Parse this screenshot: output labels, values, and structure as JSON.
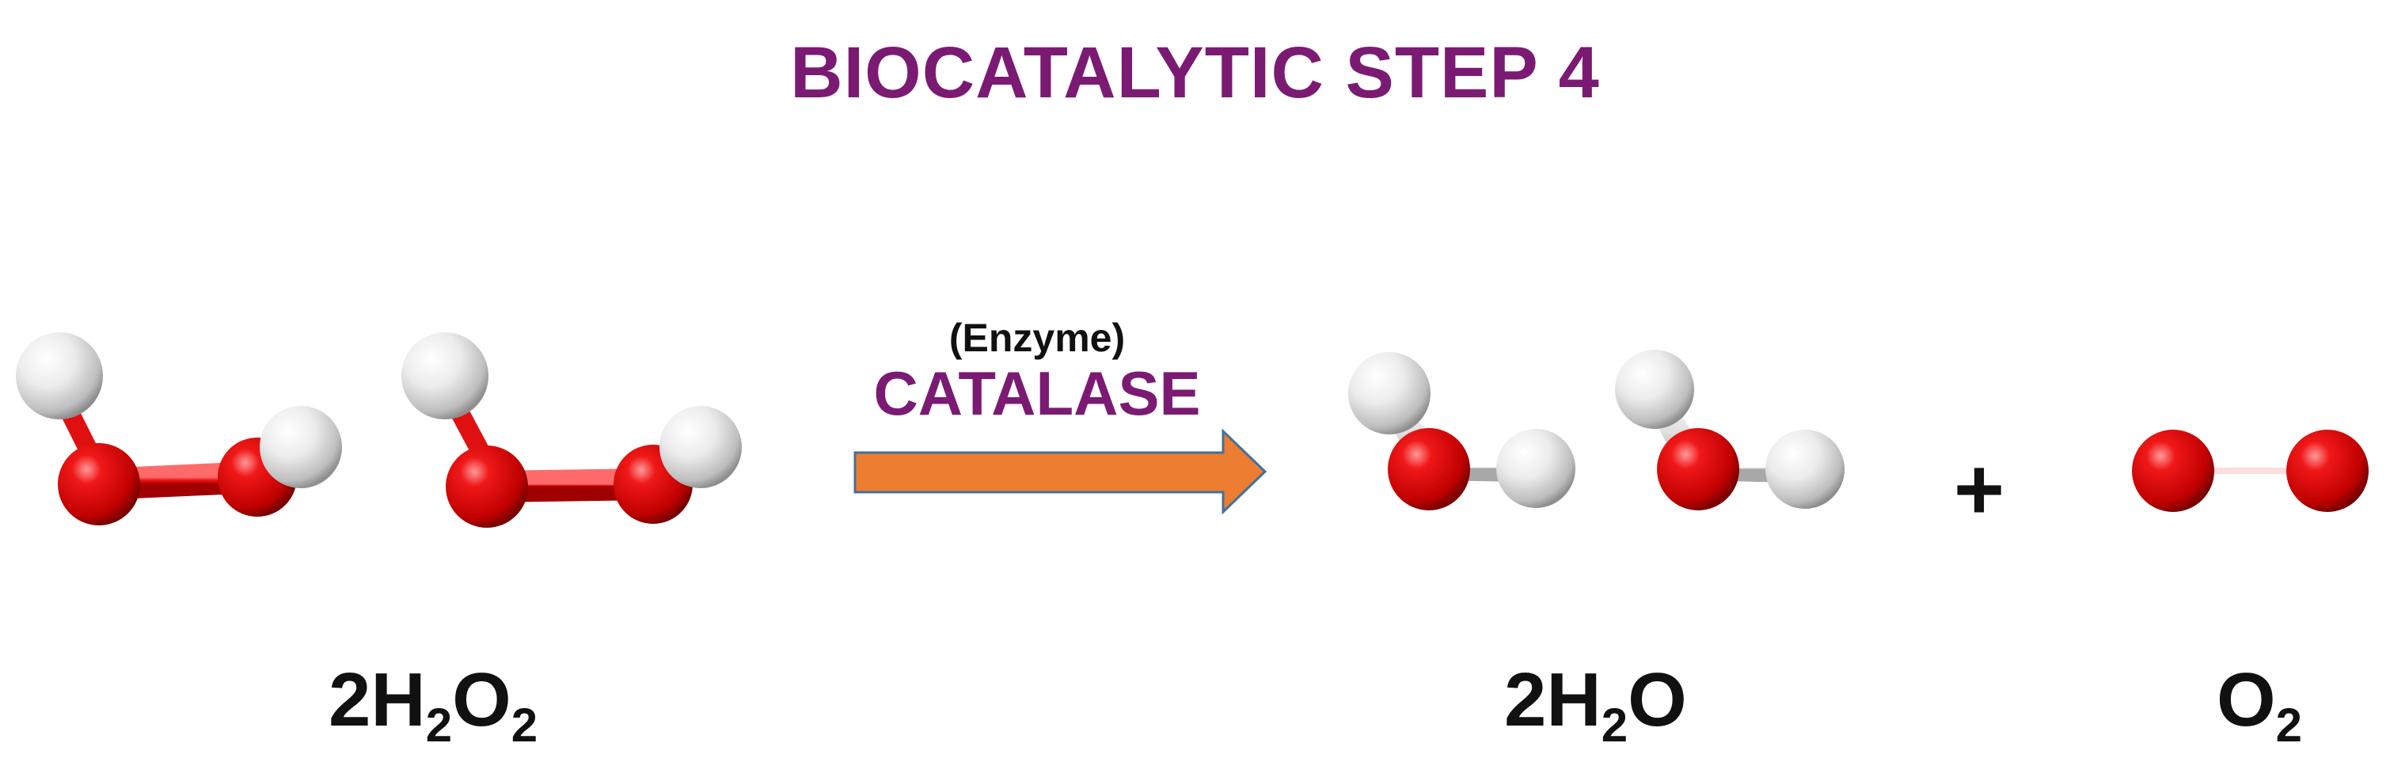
{
  "title": "BIOCATALYTIC STEP 4",
  "enzyme": {
    "note": "(Enzyme)",
    "name": "CATALASE"
  },
  "reactant": {
    "formula_parts": [
      "2H",
      "2",
      "O",
      "2"
    ]
  },
  "products": [
    {
      "formula_parts": [
        "2H",
        "2",
        "O"
      ]
    },
    {
      "formula_parts": [
        "O",
        "2"
      ]
    }
  ],
  "plus_sign": "+",
  "colors": {
    "title": "#7b1a73",
    "enzyme_name": "#7b1a73",
    "arrow_fill": "#ed7d31",
    "arrow_stroke": "#41719c",
    "oxygen_atom": "#e81212",
    "hydrogen_atom": "#e6e6e6"
  }
}
